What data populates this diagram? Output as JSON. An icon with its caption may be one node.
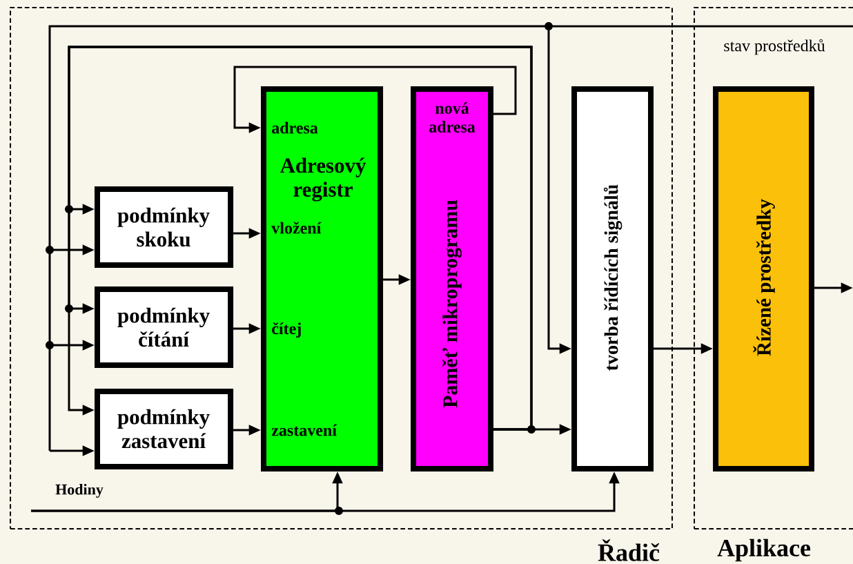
{
  "diagram": {
    "nodes": [
      {
        "text": [
          "Řadič"
        ]
      },
      {
        "text": [
          "Aplikace"
        ]
      },
      {
        "text": [
          "podmínky skoku"
        ],
        "in": 0
      },
      {
        "text": [
          "podmínky čítání"
        ],
        "in": 0
      },
      {
        "text": [
          "podmínky zastavení"
        ],
        "in": 0
      },
      {
        "text": [
          "adresa",
          "Adresový registr",
          "vložení",
          "čítej",
          "zastavení"
        ],
        "in": 0
      },
      {
        "text": [
          "nová adresa",
          "Paměť mikroprogramu"
        ],
        "in": 0
      },
      {
        "text": [
          "tvorba řídících signálů"
        ],
        "in": 0
      },
      {
        "text": [
          "Řízené prostředky"
        ],
        "in": 1
      }
    ],
    "edges": [
      {
        "from": 6,
        "to": 5,
        "arrow": "to"
      },
      {
        "from": 5,
        "to": 6,
        "arrow": "to"
      },
      {
        "from": 2,
        "to": 5,
        "arrow": "to"
      },
      {
        "from": 3,
        "to": 5,
        "arrow": "to"
      },
      {
        "from": 4,
        "to": 5,
        "arrow": "to"
      },
      {
        "from": 6,
        "to": 7,
        "arrow": "to"
      },
      {
        "from": 6,
        "to": 2,
        "arrow": "to"
      },
      {
        "from": 6,
        "to": 3,
        "arrow": "to"
      },
      {
        "from": 6,
        "to": 4,
        "arrow": "to"
      },
      {
        "from": 7,
        "to": 8,
        "arrow": "to"
      },
      {
        "from": 8,
        "to": null,
        "arrow": "to"
      },
      {
        "from": null,
        "to": 7,
        "arrow": "to",
        "label": "stav prostředků"
      },
      {
        "from": null,
        "to": 2,
        "arrow": "to"
      },
      {
        "from": null,
        "to": 3,
        "arrow": "to"
      },
      {
        "from": null,
        "to": 4,
        "arrow": "to"
      },
      {
        "from": null,
        "to": 5,
        "arrow": "to",
        "label": "Hodiny"
      },
      {
        "from": null,
        "to": 7,
        "arrow": "to"
      }
    ]
  }
}
